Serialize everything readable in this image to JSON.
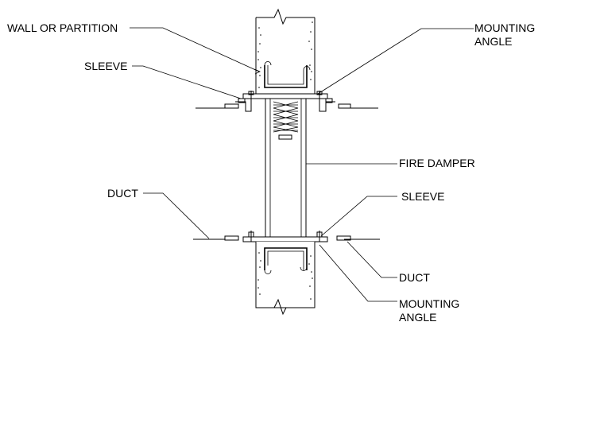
{
  "labels": {
    "wall_or_partition": "WALL OR PARTITION",
    "sleeve_top": "SLEEVE",
    "mounting_angle_top_1": "MOUNTING",
    "mounting_angle_top_2": "ANGLE",
    "fire_damper": "FIRE DAMPER",
    "duct_left": "DUCT",
    "sleeve_bottom": "SLEEVE",
    "duct_bottom": "DUCT",
    "mounting_angle_bottom_1": "MOUNTING",
    "mounting_angle_bottom_2": "ANGLE"
  }
}
